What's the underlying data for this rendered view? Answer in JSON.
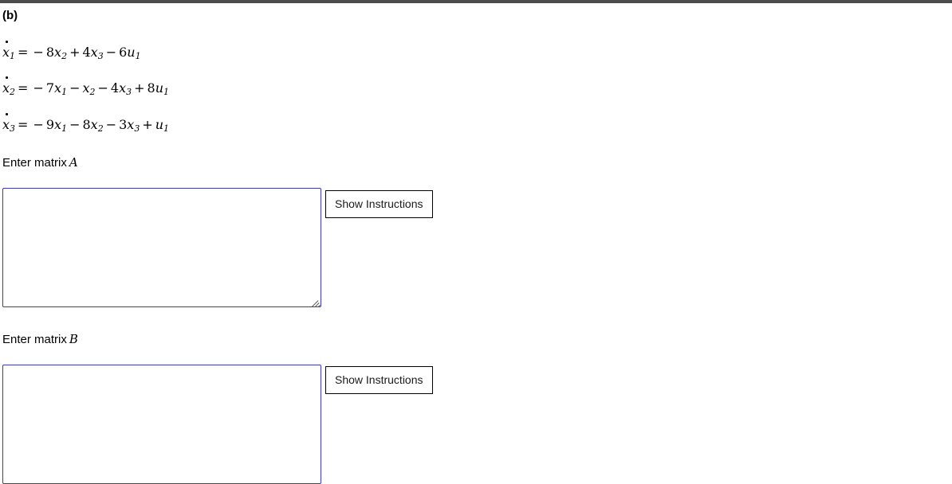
{
  "page": {
    "part_label": "(b)",
    "top_strip_color": "#4d4d4d",
    "background_color": "#ffffff"
  },
  "equations": [
    {
      "id": "eq1",
      "plain": "ẋ1 = −8x₂ + 4x₃ − 6u₁",
      "lhs_var": "x",
      "lhs_sub": "1",
      "terms": [
        {
          "op": "=",
          "coefficient": "",
          "variable": "",
          "subscript": ""
        },
        {
          "op": "−",
          "coefficient": "8",
          "variable": "x",
          "subscript": "2"
        },
        {
          "op": "+",
          "coefficient": "4",
          "variable": "x",
          "subscript": "3"
        },
        {
          "op": "−",
          "coefficient": "6",
          "variable": "u",
          "subscript": "1"
        }
      ]
    },
    {
      "id": "eq2",
      "plain": "ẋ2 = −7x₁ − x₂ − 4x₃ + 8u₁",
      "lhs_var": "x",
      "lhs_sub": "2",
      "terms": [
        {
          "op": "=",
          "coefficient": "",
          "variable": "",
          "subscript": ""
        },
        {
          "op": "−",
          "coefficient": "7",
          "variable": "x",
          "subscript": "1"
        },
        {
          "op": "−",
          "coefficient": "",
          "variable": "x",
          "subscript": "2"
        },
        {
          "op": "−",
          "coefficient": "4",
          "variable": "x",
          "subscript": "3"
        },
        {
          "op": "+",
          "coefficient": "8",
          "variable": "u",
          "subscript": "1"
        }
      ]
    },
    {
      "id": "eq3",
      "plain": "ẋ3 = −9x₁ − 8x₂ − 3x₃ + u₁",
      "lhs_var": "x",
      "lhs_sub": "3",
      "terms": [
        {
          "op": "=",
          "coefficient": "",
          "variable": "",
          "subscript": ""
        },
        {
          "op": "−",
          "coefficient": "9",
          "variable": "x",
          "subscript": "1"
        },
        {
          "op": "−",
          "coefficient": "8",
          "variable": "x",
          "subscript": "2"
        },
        {
          "op": "−",
          "coefficient": "3",
          "variable": "x",
          "subscript": "3"
        },
        {
          "op": "+",
          "coefficient": "",
          "variable": "u",
          "subscript": "1"
        }
      ]
    }
  ],
  "fields": [
    {
      "id": "matrix-a",
      "label_text": "Enter matrix",
      "label_symbol": "A",
      "value": "",
      "placeholder": "",
      "button_label": "Show Instructions",
      "border_color": "#3b3bab"
    },
    {
      "id": "matrix-b",
      "label_text": "Enter matrix",
      "label_symbol": "B",
      "value": "",
      "placeholder": "",
      "button_label": "Show Instructions",
      "border_color": "#3b3bab"
    }
  ]
}
